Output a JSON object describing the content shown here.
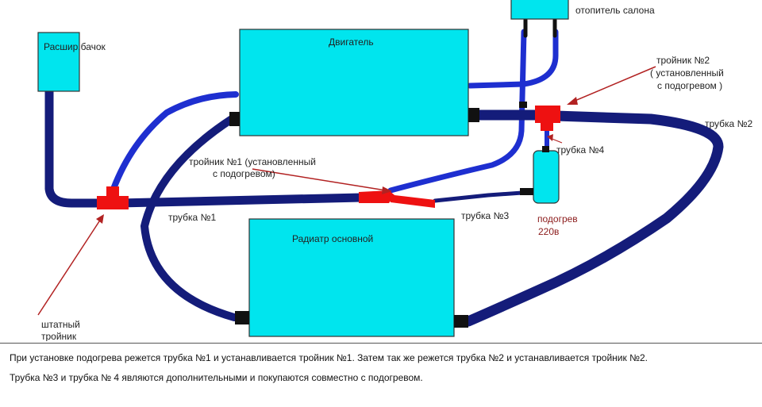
{
  "colors": {
    "component": "#00e5ee",
    "pipe_dark": "#141c7a",
    "pipe_light": "#1e2fd0",
    "tee": "#ee1111",
    "arrow": "#b22222",
    "connector": "#111111"
  },
  "components": {
    "expansion_tank": "Расшир.бачок",
    "engine": "Двигатель",
    "radiator": "Радиатр основной",
    "cabin_heater": "отопитель салона",
    "preheater_line1": "подогрев",
    "preheater_line2": "220в"
  },
  "labels": {
    "tee2_line1": "тройник №2",
    "tee2_line2": "( установленный",
    "tee2_line3": "с подогревом )",
    "tee1_line1": "тройник №1  (установленный",
    "tee1_line2": "с подогревом)",
    "std_tee_line1": "штатный",
    "std_tee_line2": "тройник",
    "pipe1": "трубка №1",
    "pipe2": "трубка №2",
    "pipe3": "трубка №3",
    "pipe4": "трубка №4"
  },
  "notes": {
    "line1": "При установке подогрева режется трубка №1 и устанавливается тройник №1. Затем так же режется трубка №2 и устанавливается тройник №2.",
    "line2": "Трубка №3 и трубка № 4 являются дополнительными и покупаются совместно с подогревом."
  }
}
